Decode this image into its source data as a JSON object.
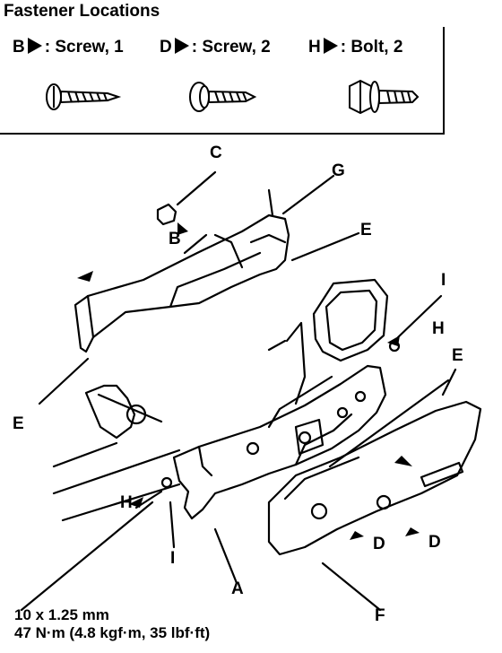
{
  "title": "Fastener Locations",
  "fasteners": [
    {
      "letter": "B",
      "label": ": Screw, 1",
      "icon": "tapping-screw-icon"
    },
    {
      "letter": "D",
      "label": ": Screw, 2",
      "icon": "flange-screw-icon"
    },
    {
      "letter": "H",
      "label": ": Bolt, 2",
      "icon": "hex-flange-bolt-icon"
    }
  ],
  "callouts": {
    "A": "A",
    "B": "B",
    "C": "C",
    "D1": "D",
    "D2": "D",
    "E1": "E",
    "E2": "E",
    "E3": "E",
    "F": "F",
    "G": "G",
    "H1": "H",
    "H2": "H",
    "I1": "I",
    "I2": "I"
  },
  "torque": {
    "size": "10 x 1.25 mm",
    "value": "47 N·m (4.8 kgf·m, 35 lbf·ft)"
  }
}
